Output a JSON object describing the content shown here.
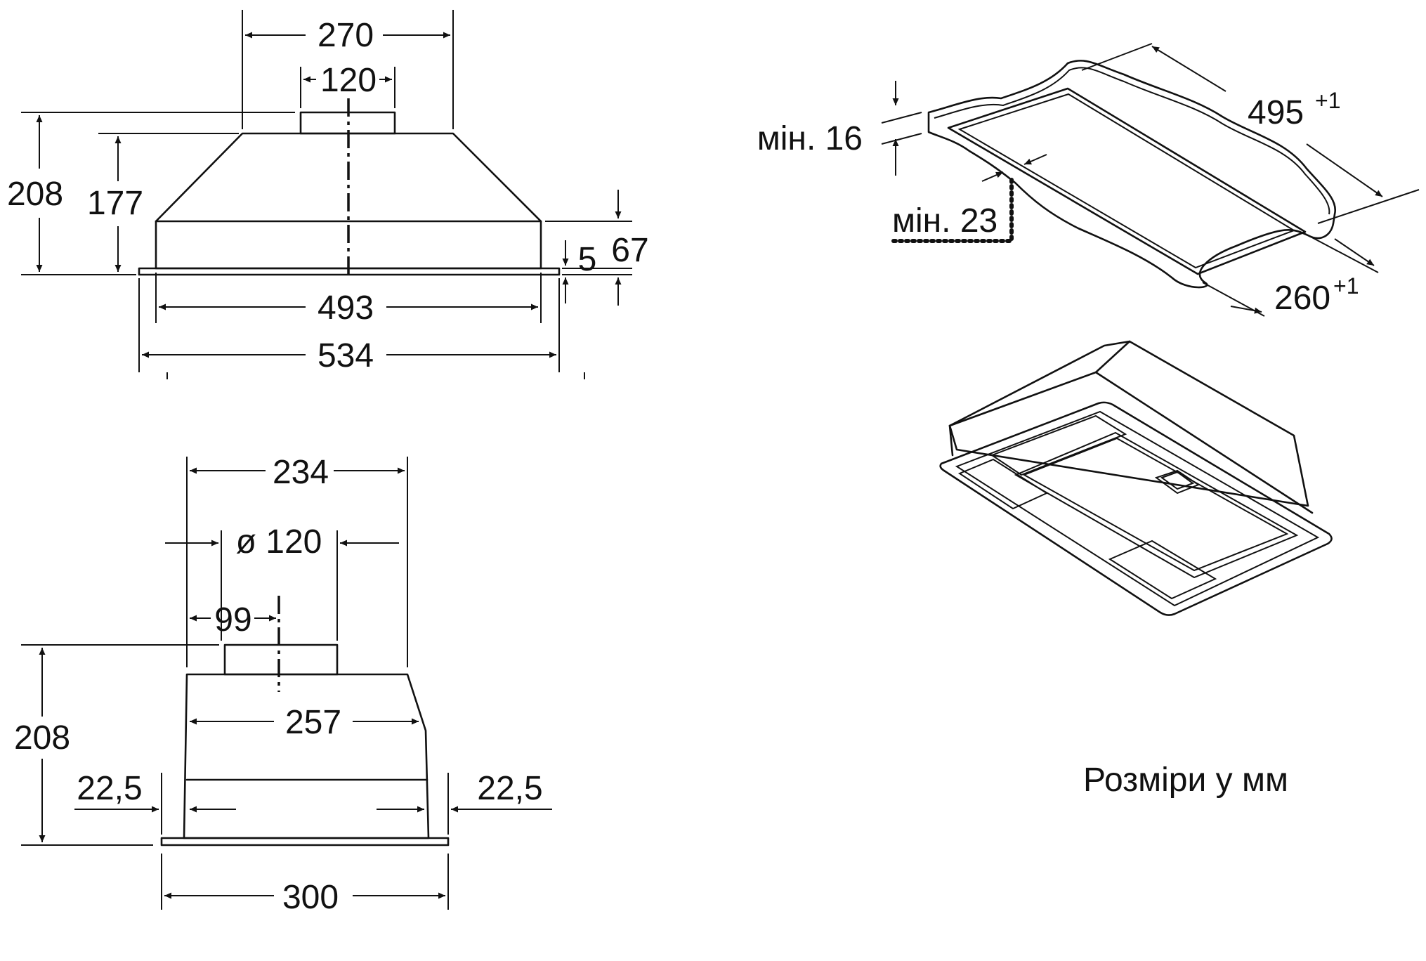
{
  "front_view": {
    "d_270": "270",
    "d_120": "120",
    "d_208": "208",
    "d_177": "177",
    "d_5": "5",
    "d_67": "67",
    "d_493": "493",
    "d_534": "534"
  },
  "side_view": {
    "d_234": "234",
    "d_phi120": "ø 120",
    "d_99": "99",
    "d_208": "208",
    "d_257": "257",
    "d_22_5_left": "22,5",
    "d_22_5_right": "22,5",
    "d_300": "300"
  },
  "cutout": {
    "min_16": "мін. 16",
    "min_23": "мін. 23",
    "d_495": "495",
    "d_495_tol": "+1",
    "d_260": "260",
    "d_260_tol": "+1"
  },
  "caption": "Розміри у мм"
}
